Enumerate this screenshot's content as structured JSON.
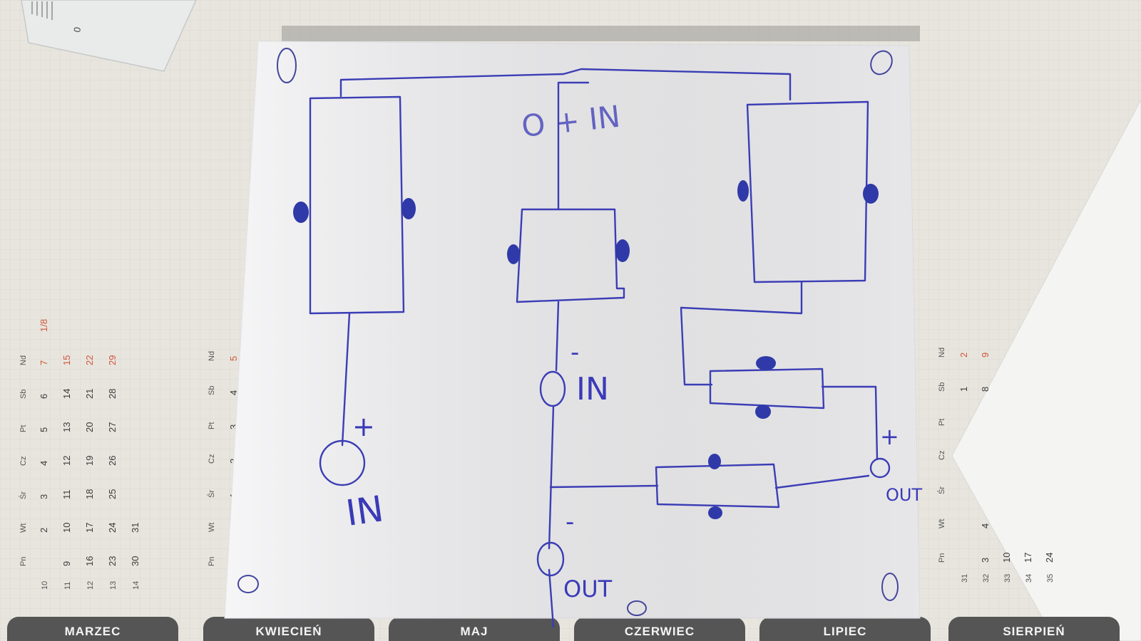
{
  "calendar": {
    "weekday_headers": [
      "Pn",
      "Wt",
      "Śr",
      "Cz",
      "Pt",
      "Sb",
      "Nd"
    ],
    "march_weeks": [
      {
        "week": "10",
        "days": [
          "",
          "2",
          "3",
          "4",
          "5",
          "6",
          "7",
          "1/8"
        ]
      },
      {
        "week": "11",
        "days": [
          "9",
          "10",
          "11",
          "12",
          "13",
          "14",
          "15"
        ]
      },
      {
        "week": "12",
        "days": [
          "16",
          "17",
          "18",
          "19",
          "20",
          "21",
          "22"
        ]
      },
      {
        "week": "13",
        "days": [
          "23",
          "24",
          "25",
          "26",
          "27",
          "28",
          "29"
        ]
      },
      {
        "week": "14",
        "days": [
          "30",
          "31"
        ]
      }
    ],
    "april_first_row": [
      "1",
      "2",
      "3",
      "4",
      "5"
    ],
    "august_weeks": [
      {
        "week": "31",
        "days": [
          "",
          "1",
          "2"
        ]
      },
      {
        "week": "32",
        "days": [
          "3",
          "4",
          "8",
          "9"
        ]
      },
      {
        "week": "33",
        "days": [
          "10"
        ]
      },
      {
        "week": "34",
        "days": [
          "17"
        ]
      },
      {
        "week": "35",
        "days": [
          "24"
        ]
      }
    ],
    "month_tabs": [
      "MARZEC",
      "KWIECIEŃ",
      "MAJ",
      "CZERWIEC",
      "LIPIEC",
      "SIERPIEŃ"
    ]
  },
  "drawing": {
    "labels": {
      "plus_in_top": "O + IN",
      "plus_left": "+",
      "in_left": "IN",
      "minus_in": "-",
      "in_minus": "IN",
      "minus_out": "-",
      "out_bottom": "OUT",
      "plus_out": "+",
      "out_right": "OUT"
    }
  },
  "colors": {
    "ink": "#3b3db5",
    "paper": "#f3f3f5",
    "calendar_paper": "#e7e5de",
    "tab": "#555555",
    "weekend_red": "#d2553a"
  }
}
